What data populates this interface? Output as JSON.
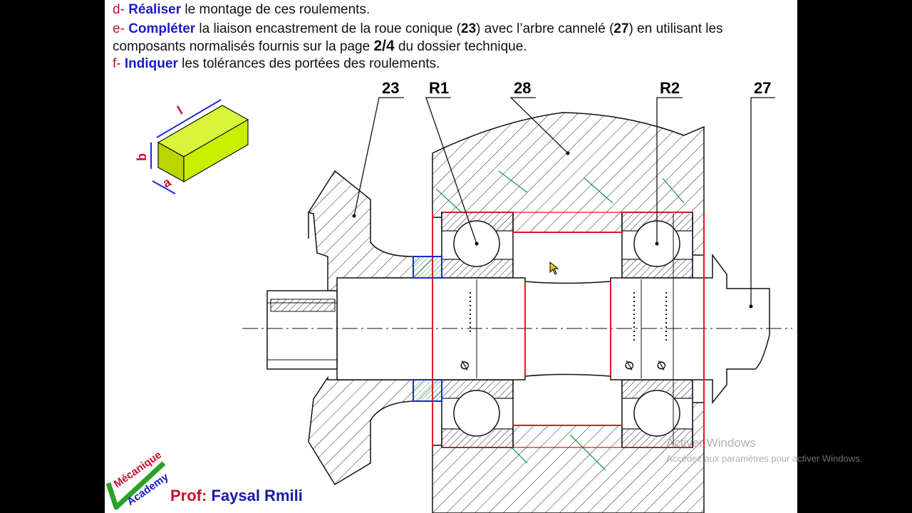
{
  "instructions": [
    {
      "letter": "d-",
      "verb": "Réaliser",
      "text": " le montage de ces roulements."
    },
    {
      "letter": "e-",
      "verb": "Compléter",
      "t1": " la liaison encastrement de la roue conique (",
      "n1": "23",
      "t2": ") avec l’arbre cannelé (",
      "n2": "27",
      "t3": ") en utilisant les"
    },
    {
      "cont1": "composants normalisés fournis sur la page ",
      "page": "2/4",
      "cont2": " du dossier technique."
    },
    {
      "letter": "f-",
      "verb": "Indiquer",
      "text": " les tolérances des portées des roulements."
    }
  ],
  "callouts": {
    "c23": "23",
    "cr1": "R1",
    "c28": "28",
    "cr2": "R2",
    "c27": "27"
  },
  "key_labels": {
    "l": "l",
    "b": "b",
    "a": "a"
  },
  "diameter_symbol": "Ø",
  "logo": {
    "line1": "Mécanique",
    "line2": "Academy"
  },
  "prof": {
    "label": "Prof:",
    "name": "Faysal Rmili"
  },
  "os_watermark": {
    "line1": "Activer Windows",
    "line2": "Accédez aux paramètres pour activer Windows."
  },
  "colors": {
    "keyword": "#1a1ac8",
    "letter": "#c8102e",
    "fit_lines": "#e8141e",
    "key_fill": "#c8f000",
    "hatch_green": "#1f9a5a",
    "key_fill_blue": "#1a2ad8"
  }
}
